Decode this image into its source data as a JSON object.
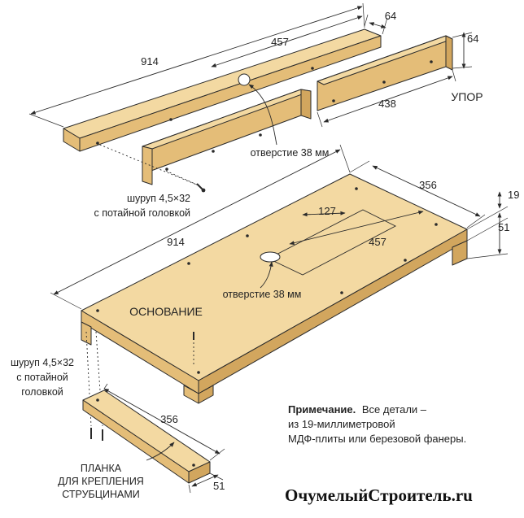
{
  "colors": {
    "wood_top": "#f3d9a2",
    "wood_front": "#e4bd78",
    "wood_side": "#d2a65e",
    "stroke": "#2a2a2a",
    "hole": "#ffffff"
  },
  "icons": [
    "screw-icon",
    "hole-icon"
  ],
  "fence": {
    "dims": {
      "long": "914",
      "half": "457",
      "width": "64",
      "height": "64",
      "short": "438"
    },
    "label": "УПОР",
    "hole_label": "отверстие 38 мм"
  },
  "screw_top": {
    "line1": "шуруп 4,5×32",
    "line2": "с потайной головкой"
  },
  "base": {
    "dims": {
      "length": "914",
      "depth": "356",
      "thickness": "19",
      "leg": "51",
      "slot_width": "127",
      "slot_length": "457"
    },
    "label": "ОСНОВАНИЕ",
    "hole_label": "отверстие 38 мм"
  },
  "screw_bottom": {
    "line1": "шуруп 4,5×32",
    "line2": "с потайной",
    "line3": "головкой"
  },
  "clamp_strip": {
    "dims": {
      "length": "356",
      "width": "51"
    },
    "line1": "ПЛАНКА",
    "line2": "ДЛЯ КРЕПЛЕНИЯ",
    "line3": "СТРУБЦИНАМИ"
  },
  "note": {
    "title": "Примечание.",
    "line1": "Все детали –",
    "line2": "из 19-миллиметровой",
    "line3": "МДФ-плиты или березовой фанеры."
  },
  "watermark": "ОчумелыйСтроитель.ru"
}
